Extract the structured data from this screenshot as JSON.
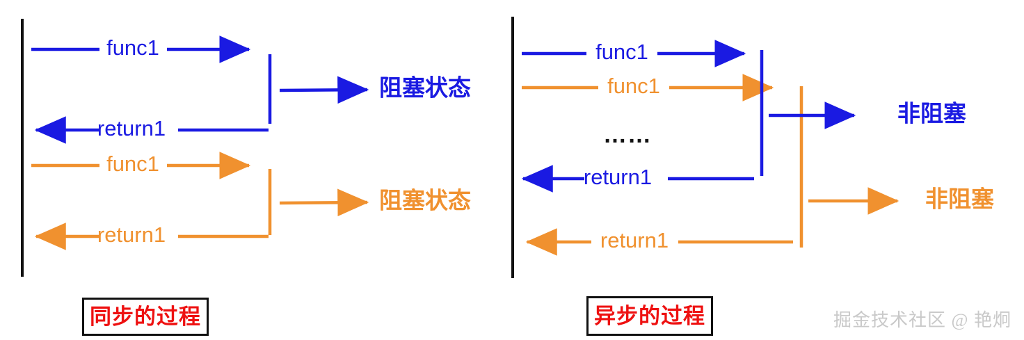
{
  "colors": {
    "blue": "#1a1ae2",
    "orange": "#f0912f",
    "axis_black": "#111111",
    "caption_red": "#ee1111",
    "watermark_gray": "#c9c9c9",
    "background": "#ffffff"
  },
  "panels": [
    {
      "id": "sync",
      "caption": "同步的过程",
      "axis_label": "caller-timeline",
      "messages": [
        {
          "label": "func1",
          "color": "blue",
          "direction": "right"
        },
        {
          "label": "return1",
          "color": "blue",
          "direction": "left"
        },
        {
          "label": "func1",
          "color": "orange",
          "direction": "right"
        },
        {
          "label": "return1",
          "color": "orange",
          "direction": "left"
        }
      ],
      "state_labels": [
        {
          "text": "阻塞状态",
          "color": "blue"
        },
        {
          "text": "阻塞状态",
          "color": "orange"
        }
      ]
    },
    {
      "id": "async",
      "caption": "异步的过程",
      "axis_label": "caller-timeline",
      "messages": [
        {
          "label": "func1",
          "color": "blue",
          "direction": "right"
        },
        {
          "label": "func1",
          "color": "orange",
          "direction": "right"
        },
        {
          "label": "……",
          "color": "black",
          "direction": "none"
        },
        {
          "label": "return1",
          "color": "blue",
          "direction": "left"
        },
        {
          "label": "return1",
          "color": "orange",
          "direction": "left"
        }
      ],
      "state_labels": [
        {
          "text": "非阻塞",
          "color": "blue"
        },
        {
          "text": "非阻塞",
          "color": "orange"
        }
      ]
    }
  ],
  "labels": {
    "func1": "func1",
    "return1": "return1",
    "ellipsis": "……",
    "blocked_state": "阻塞状态",
    "non_blocking": "非阻塞",
    "sync_caption": "同步的过程",
    "async_caption": "异步的过程"
  },
  "watermark": {
    "text": "掘金技术社区 @ 艳炯"
  }
}
